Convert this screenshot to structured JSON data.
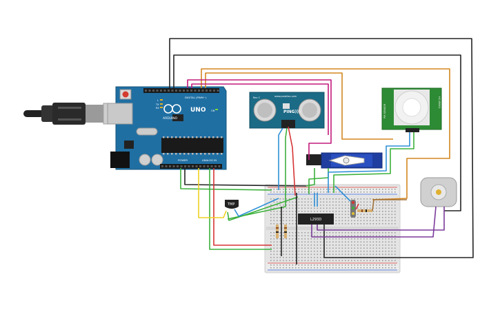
{
  "arduino": {
    "logo_text": "UNO",
    "brand_text": "ARDUINO",
    "digital_header": "DIGITAL (PWM~)",
    "power_header": "POWER",
    "analog_header": "ANALOG IN",
    "on_label": "ON",
    "tx_label": "TX",
    "rx_label": "RX",
    "l_label": "L"
  },
  "ultrasonic": {
    "model": "PING)))",
    "site": "www.parallax.com",
    "rev": "Rev C"
  },
  "pir": {
    "left_label": "PIR SENSOR",
    "right_label": "HC-SR501"
  },
  "ic": {
    "label": "L293D"
  },
  "temp_sensor": {
    "label": "TMP"
  },
  "colors": {
    "board": "#1f6fa3",
    "breadboard": "#e6e6e6",
    "wire_black": "#222222",
    "wire_orange": "#d4861f",
    "wire_magenta": "#c2187a",
    "wire_green": "#3bb03b",
    "wire_blue": "#2d8fd6",
    "wire_red": "#d63333",
    "wire_yellow": "#f0d020",
    "wire_purple": "#7a3a9a",
    "wire_brown": "#a0703a"
  }
}
